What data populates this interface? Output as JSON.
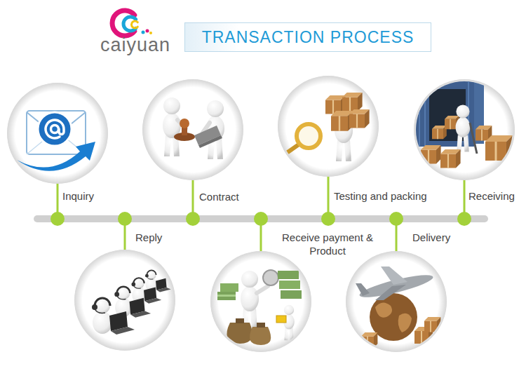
{
  "diagram": {
    "title": "TRANSACTION PROCESS",
    "nodes": [
      {
        "text": [
          "Inquiry"
        ]
      },
      {
        "text": [
          "Reply"
        ]
      },
      {
        "text": [
          "Contract"
        ]
      },
      {
        "text": [
          "Receive payment & Product"
        ]
      },
      {
        "text": [
          "Testing and packing"
        ]
      },
      {
        "text": [
          "Delivery"
        ]
      },
      {
        "text": [
          "Receiving"
        ]
      }
    ],
    "labels": [
      "caiyuan"
    ]
  }
}
